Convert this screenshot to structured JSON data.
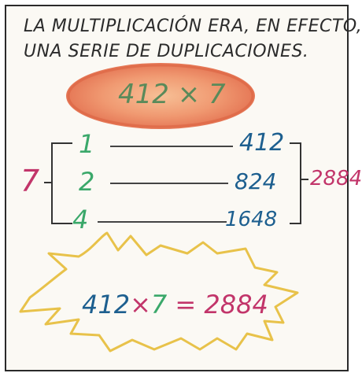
{
  "caption": {
    "line1": "LA MULTIPLICACIÓN ERA, EN EFECTO,",
    "line2": "UNA SERIE DE DUPLICACIONES."
  },
  "problem": "412 × 7",
  "multiplier": "7",
  "rows": [
    {
      "left": "1",
      "right": "412"
    },
    {
      "left": "2",
      "right": "824"
    },
    {
      "left": "4",
      "right": "1648"
    }
  ],
  "sum": "2884",
  "result": {
    "a": "412",
    "times": "×",
    "b": "7",
    "equals": "=",
    "value": "2884"
  },
  "colors": {
    "oval": "#e77047",
    "teal": "#1f8a8a",
    "blue": "#1d5f8f",
    "red": "#d23a5a",
    "green": "#3aa86a",
    "magenta": "#c2356a",
    "yellow": "#e8c24a",
    "ink": "#3a3a3a"
  }
}
